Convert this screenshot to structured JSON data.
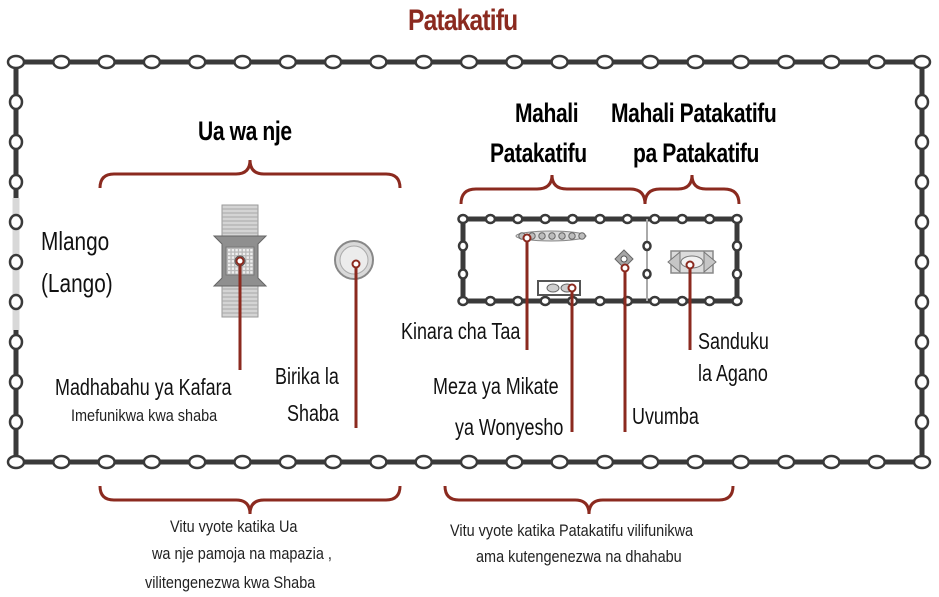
{
  "title": "Patakatifu",
  "outer_court": {
    "heading": "Ua wa nje",
    "altar": "Madhabahu ya Kafara",
    "altar_note": "Imefunikwa kwa shaba",
    "laver_line1": "Birika la",
    "laver_line2": "Shaba",
    "footer_line1": "Vitu vyote katika Ua",
    "footer_line2": "wa nje pamoja na mapazia ,",
    "footer_line3": "vilitengenezwa kwa Shaba"
  },
  "gate": {
    "line1": "Mlango",
    "line2": "(Lango)"
  },
  "holy_place": {
    "heading_line1": "Mahali",
    "heading_line2": "Patakatifu",
    "lampstand": "Kinara cha Taa",
    "table_line1": "Meza ya Mikate",
    "table_line2": "ya Wonyesho",
    "incense": "Uvumba"
  },
  "most_holy": {
    "heading_line1": "Mahali Patakatifu",
    "heading_line2": "pa Patakatifu",
    "ark_line1": "Sanduku",
    "ark_line2": "la Agano"
  },
  "footer_right": {
    "line1": "Vitu vyote katika Patakatifu vilifunikwa",
    "line2": "ama kutengenezwa na dhahabu"
  },
  "colors": {
    "title": "#8b2a1f",
    "bracket": "#8b2a1f",
    "leader": "#8b2a1f",
    "fence": "#333333",
    "post_fill": "#ffffff"
  }
}
